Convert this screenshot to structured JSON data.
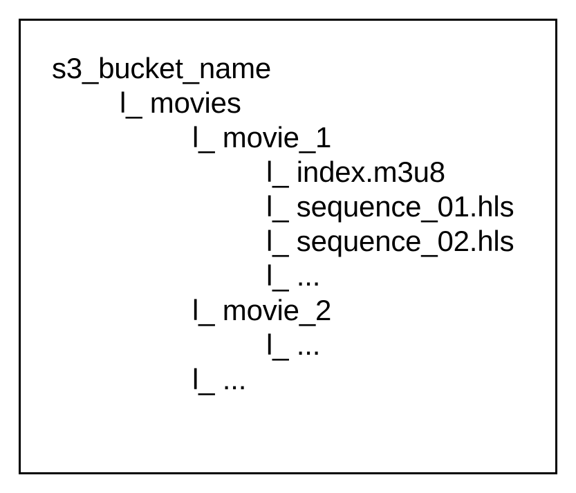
{
  "figure": {
    "kind": "directory-tree-diagram",
    "background_color": "#ffffff",
    "border_color": "#000000",
    "text_color": "#000000"
  },
  "tree": {
    "branch_glyph": "l_",
    "lines": [
      {
        "depth": 0,
        "branch": "",
        "label": "s3_bucket_name",
        "name": "root-bucket"
      },
      {
        "depth": 1,
        "branch": "l_",
        "label": "movies",
        "name": "movies-folder"
      },
      {
        "depth": 2,
        "branch": "l_",
        "label": "movie_1",
        "name": "movie-1-folder"
      },
      {
        "depth": 3,
        "branch": "l_",
        "label": "index.m3u8",
        "name": "index-m3u8-file"
      },
      {
        "depth": 3,
        "branch": "l_",
        "label": "sequence_01.hls",
        "name": "sequence-01-hls-file"
      },
      {
        "depth": 3,
        "branch": "l_",
        "label": "sequence_02.hls",
        "name": "sequence-02-hls-file"
      },
      {
        "depth": 3,
        "branch": "l_",
        "label": "...",
        "name": "movie-1-more-ellipsis"
      },
      {
        "depth": 2,
        "branch": "l_",
        "label": "movie_2",
        "name": "movie-2-folder"
      },
      {
        "depth": 3,
        "branch": "l_",
        "label": "...",
        "name": "movie-2-more-ellipsis"
      },
      {
        "depth": 2,
        "branch": "l_",
        "label": "...",
        "name": "movies-more-ellipsis"
      }
    ]
  }
}
